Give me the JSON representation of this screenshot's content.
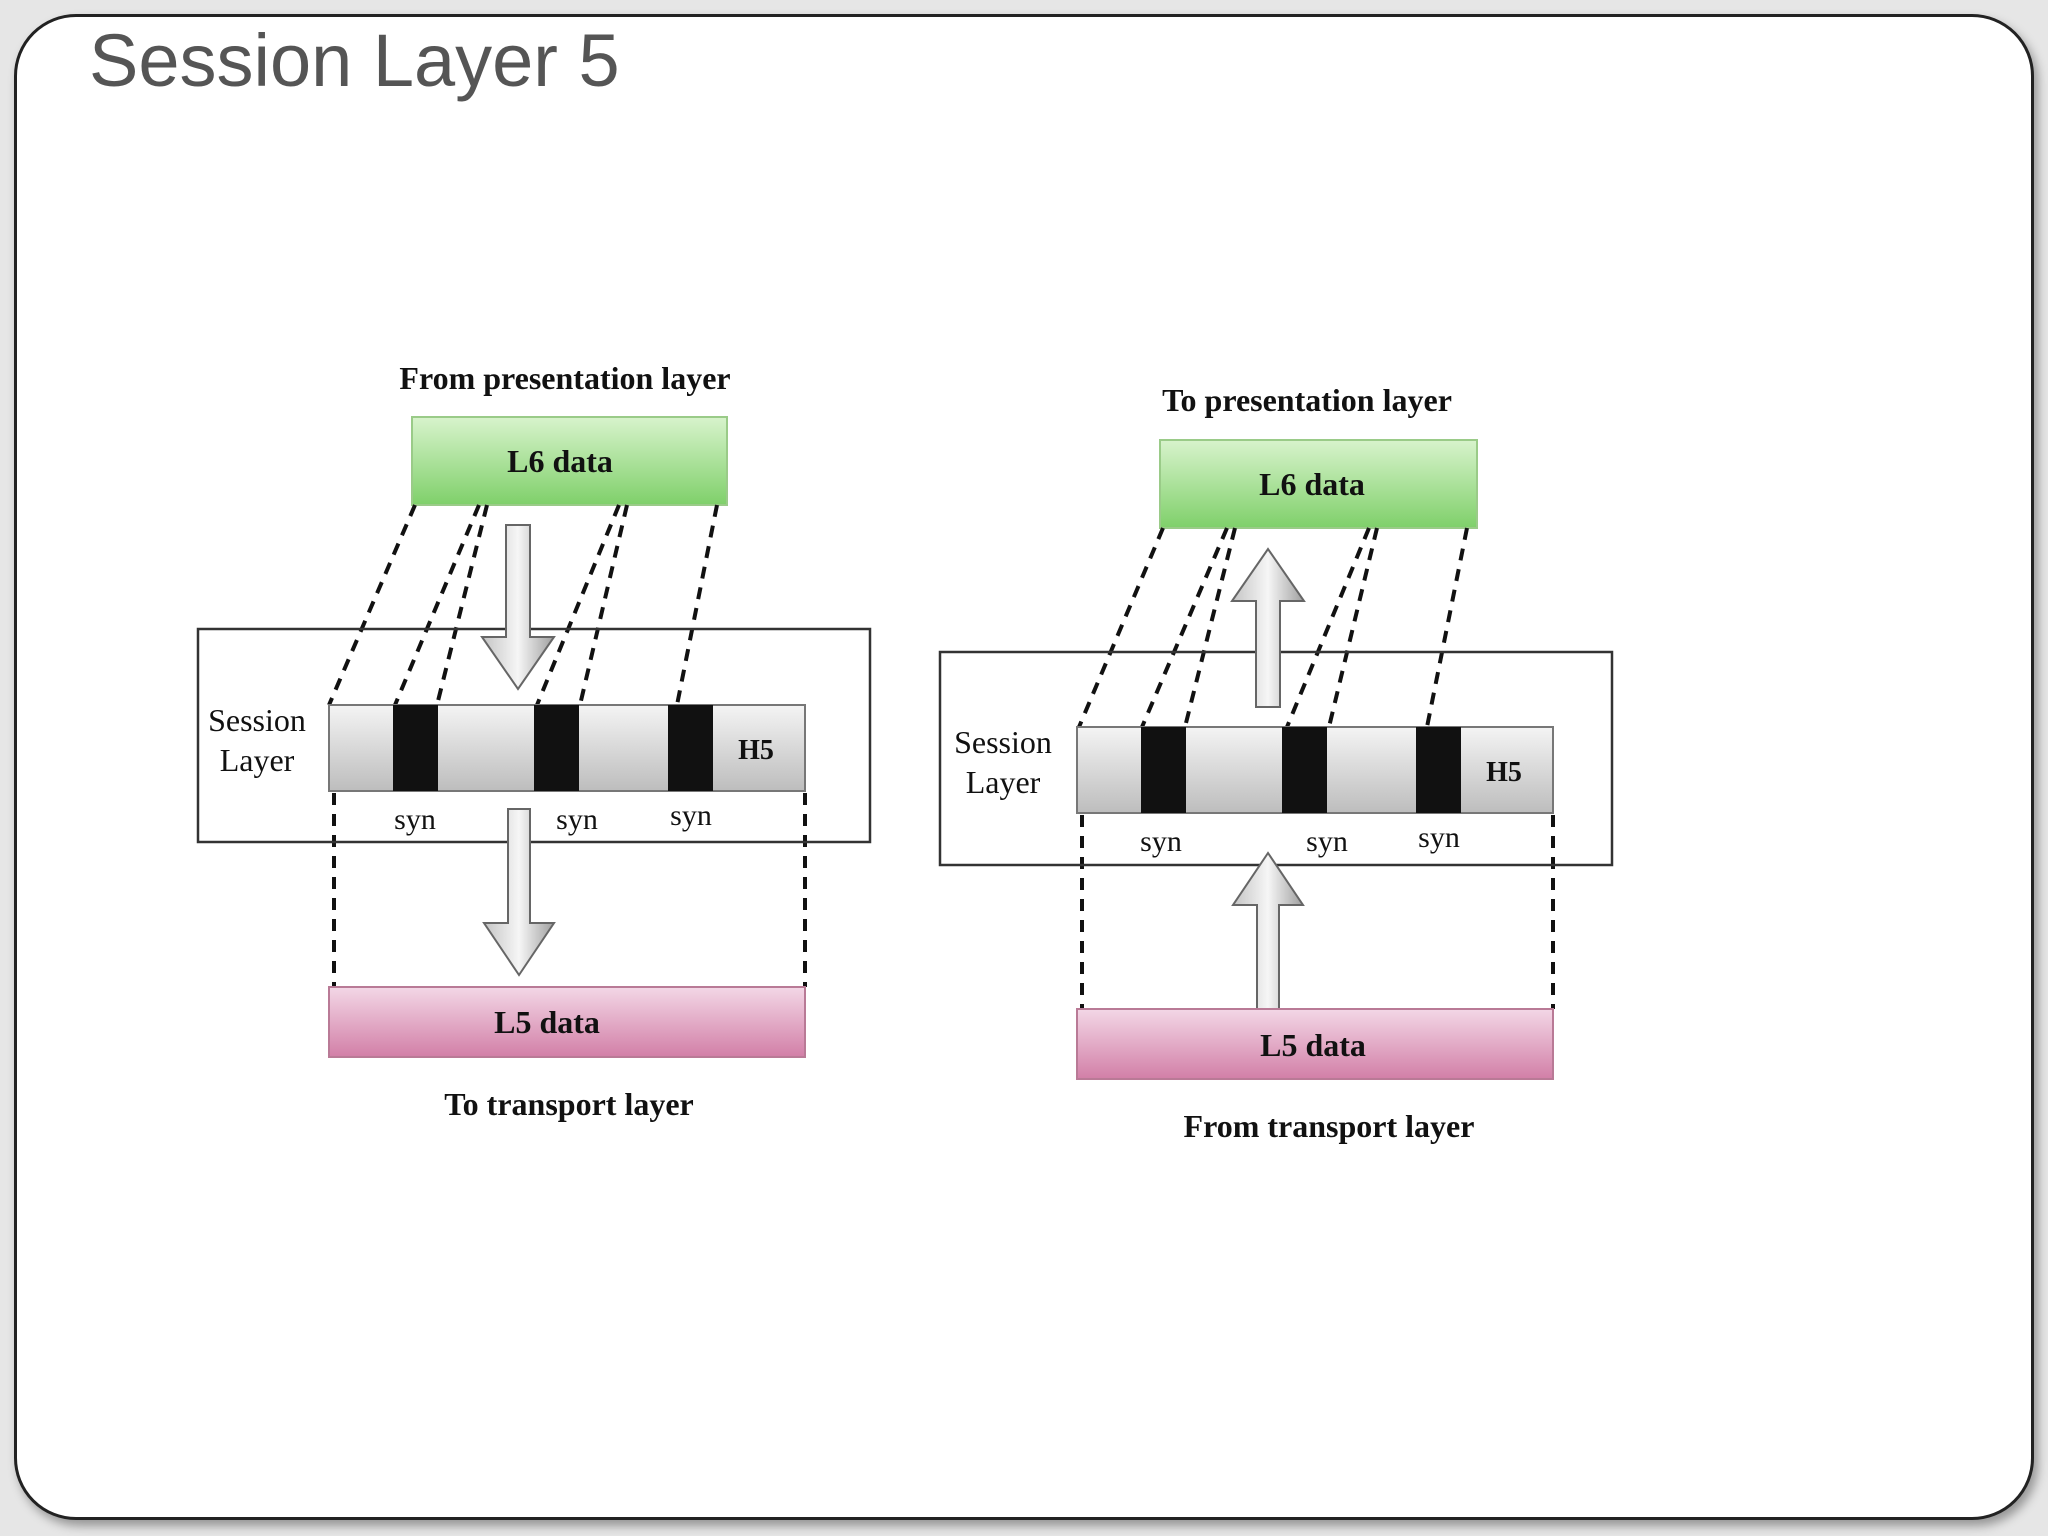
{
  "slide": {
    "title": "Session Layer 5"
  },
  "diagrams": [
    {
      "direction": "down",
      "top_caption": "From presentation layer",
      "l6_label": "L6 data",
      "session_label_line1": "Session",
      "session_label_line2": "Layer",
      "header_label": "H5",
      "syn_labels": [
        "syn",
        "syn",
        "syn"
      ],
      "l5_label": "L5 data",
      "bottom_caption": "To transport layer"
    },
    {
      "direction": "up",
      "top_caption": "To presentation layer",
      "l6_label": "L6 data",
      "session_label_line1": "Session",
      "session_label_line2": "Layer",
      "header_label": "H5",
      "syn_labels": [
        "syn",
        "syn",
        "syn"
      ],
      "l5_label": "L5 data",
      "bottom_caption": "From transport layer"
    }
  ],
  "colors": {
    "l6_green_light": "#d8f3cc",
    "l6_green_dark": "#7fd06a",
    "l5_pink_light": "#f3d7e6",
    "l5_pink_dark": "#d27fa7",
    "segment_light": "#f4f4f4",
    "segment_dark": "#bdbdbd",
    "syn_block": "#111111"
  }
}
